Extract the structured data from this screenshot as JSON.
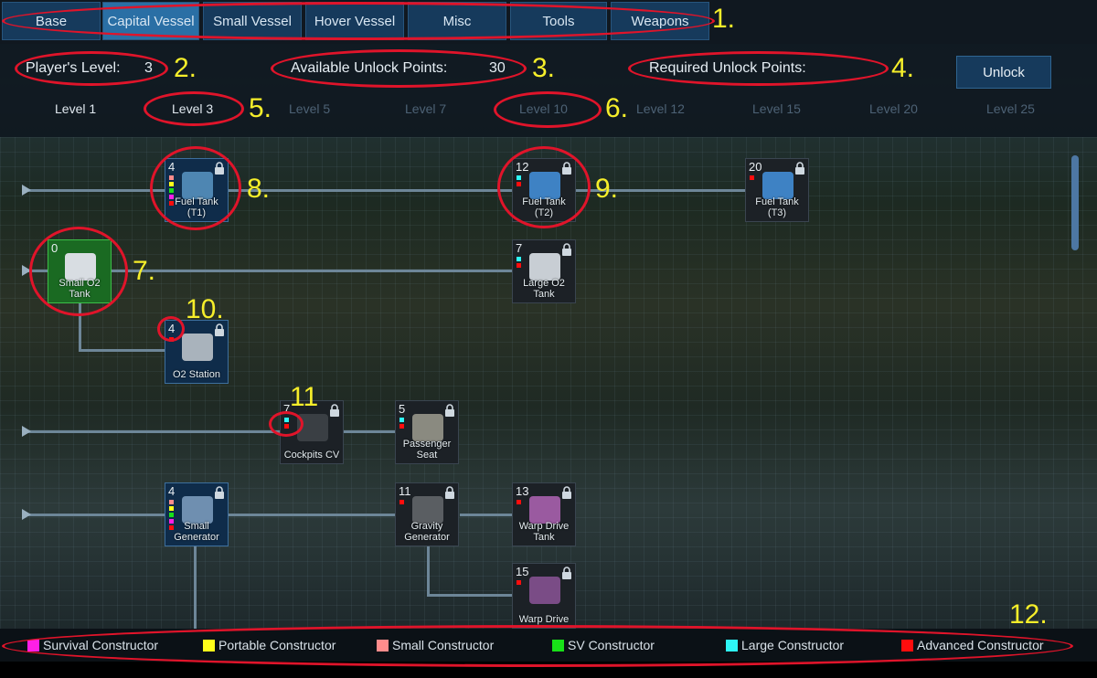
{
  "tabs": [
    {
      "label": "Base"
    },
    {
      "label": "Capital Vessel"
    },
    {
      "label": "Small Vessel"
    },
    {
      "label": "Hover Vessel"
    },
    {
      "label": "Misc"
    },
    {
      "label": "Tools"
    },
    {
      "label": "Weapons"
    }
  ],
  "info": {
    "player_level_label": "Player's Level:",
    "player_level_value": "3",
    "available_points_label": "Available Unlock Points:",
    "available_points_value": "30",
    "required_points_label": "Required Unlock Points:",
    "unlock_button": "Unlock"
  },
  "levels": [
    "Level 1",
    "Level 3",
    "Level 5",
    "Level 7",
    "Level 10",
    "Level 12",
    "Level 15",
    "Level 20",
    "Level 25"
  ],
  "nodes": [
    {
      "num": "4",
      "label": "Fuel Tank (T1)"
    },
    {
      "num": "12",
      "label": "Fuel Tank (T2)"
    },
    {
      "num": "20",
      "label": "Fuel Tank (T3)"
    },
    {
      "num": "0",
      "label": "Small O2 Tank"
    },
    {
      "num": "7",
      "label": "Large O2 Tank"
    },
    {
      "num": "4",
      "label": "O2 Station"
    },
    {
      "num": "7",
      "label": "Cockpits CV"
    },
    {
      "num": "5",
      "label": "Passenger Seat"
    },
    {
      "num": "4",
      "label": "Small Generator"
    },
    {
      "num": "11",
      "label": "Gravity Generator"
    },
    {
      "num": "13",
      "label": "Warp Drive Tank"
    },
    {
      "num": "15",
      "label": "Warp Drive"
    }
  ],
  "legend": [
    {
      "label": "Survival Constructor",
      "color": "#ff1fe6"
    },
    {
      "label": "Portable Constructor",
      "color": "#ffff1a"
    },
    {
      "label": "Small Constructor",
      "color": "#ff8c8c"
    },
    {
      "label": "SV Constructor",
      "color": "#18e018"
    },
    {
      "label": "Large Constructor",
      "color": "#2ef6f6"
    },
    {
      "label": "Advanced Constructor",
      "color": "#ff0d0d"
    }
  ],
  "annotations": [
    "1.",
    "2.",
    "3.",
    "4.",
    "5.",
    "6.",
    "7.",
    "8.",
    "9.",
    "10.",
    "11",
    "12."
  ],
  "colors": {
    "accent": "#2a6fa5",
    "tab": "#163a5c",
    "highlight": "#e0142a",
    "annotation": "#f6ee2a"
  }
}
